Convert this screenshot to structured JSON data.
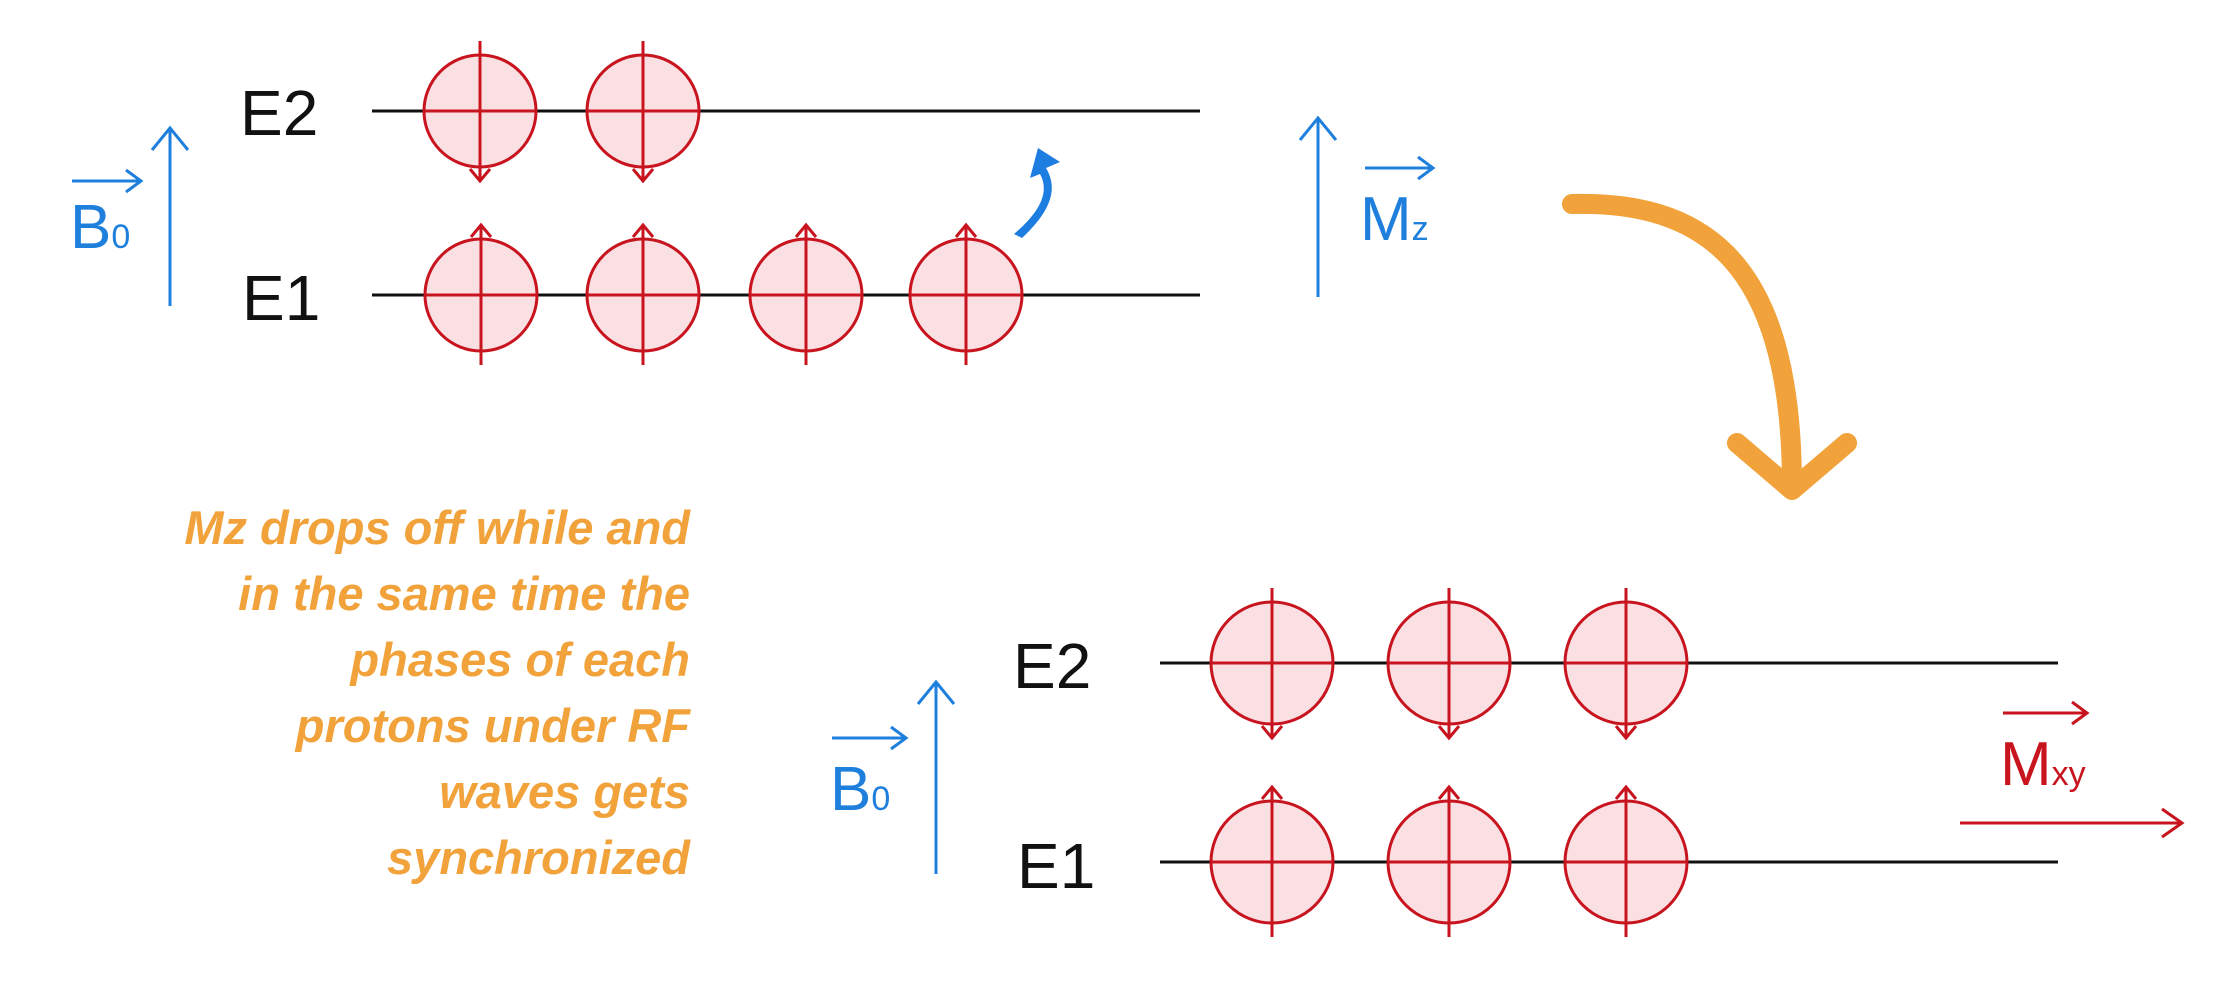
{
  "top_panel": {
    "upper_level_label": "E2",
    "lower_level_label": "E1",
    "field_vector": {
      "symbol": "B",
      "subscript": "0"
    },
    "magnetization_vector": {
      "symbol": "M",
      "subscript": "z"
    },
    "upper_level_proton_count": 2,
    "lower_level_proton_count": 4
  },
  "bottom_panel": {
    "upper_level_label": "E2",
    "lower_level_label": "E1",
    "field_vector": {
      "symbol": "B",
      "subscript": "0"
    },
    "magnetization_vector": {
      "symbol": "M",
      "subscript": "xy"
    },
    "upper_level_proton_count": 3,
    "lower_level_proton_count": 3
  },
  "caption_lines": [
    "Mz drops off while and",
    "in the same time the",
    "phases of each",
    "protons under RF",
    "waves gets",
    "synchronized"
  ],
  "colors": {
    "field": "#1f7fdc",
    "proton": "#c8141e",
    "proton_fill": "#fbe0e3",
    "transition_arrow": "#1e7de0",
    "caption": "#f2a23a",
    "process_arrow": "#f2a23a",
    "level_line": "#111111"
  }
}
